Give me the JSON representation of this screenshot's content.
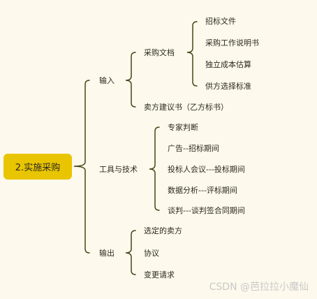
{
  "mindmap": {
    "root": "2.实施采购",
    "branches": [
      {
        "label": "输入",
        "children": [
          {
            "label": "采购文档",
            "children": [
              "招标文件",
              "采购工作说明书",
              "独立成本估算",
              "供方选择标准"
            ]
          },
          {
            "label": "卖方建议书（乙方标书）"
          }
        ]
      },
      {
        "label": "工具与技术",
        "children": [
          {
            "label": "专家判断"
          },
          {
            "label": "广告--招标期间"
          },
          {
            "label": "投标人会议---投标期间"
          },
          {
            "label": "数据分析---评标期间"
          },
          {
            "label": "谈判---谈判签合同期间"
          }
        ]
      },
      {
        "label": "输出",
        "children": [
          {
            "label": "选定的卖方"
          },
          {
            "label": "协议"
          },
          {
            "label": "变更请求"
          }
        ]
      }
    ]
  },
  "watermark": "CSDN @芭拉拉小魔仙",
  "colors": {
    "root_fill": "#e8c500",
    "connector": "#4a4318",
    "background": "#fdf9ec"
  }
}
